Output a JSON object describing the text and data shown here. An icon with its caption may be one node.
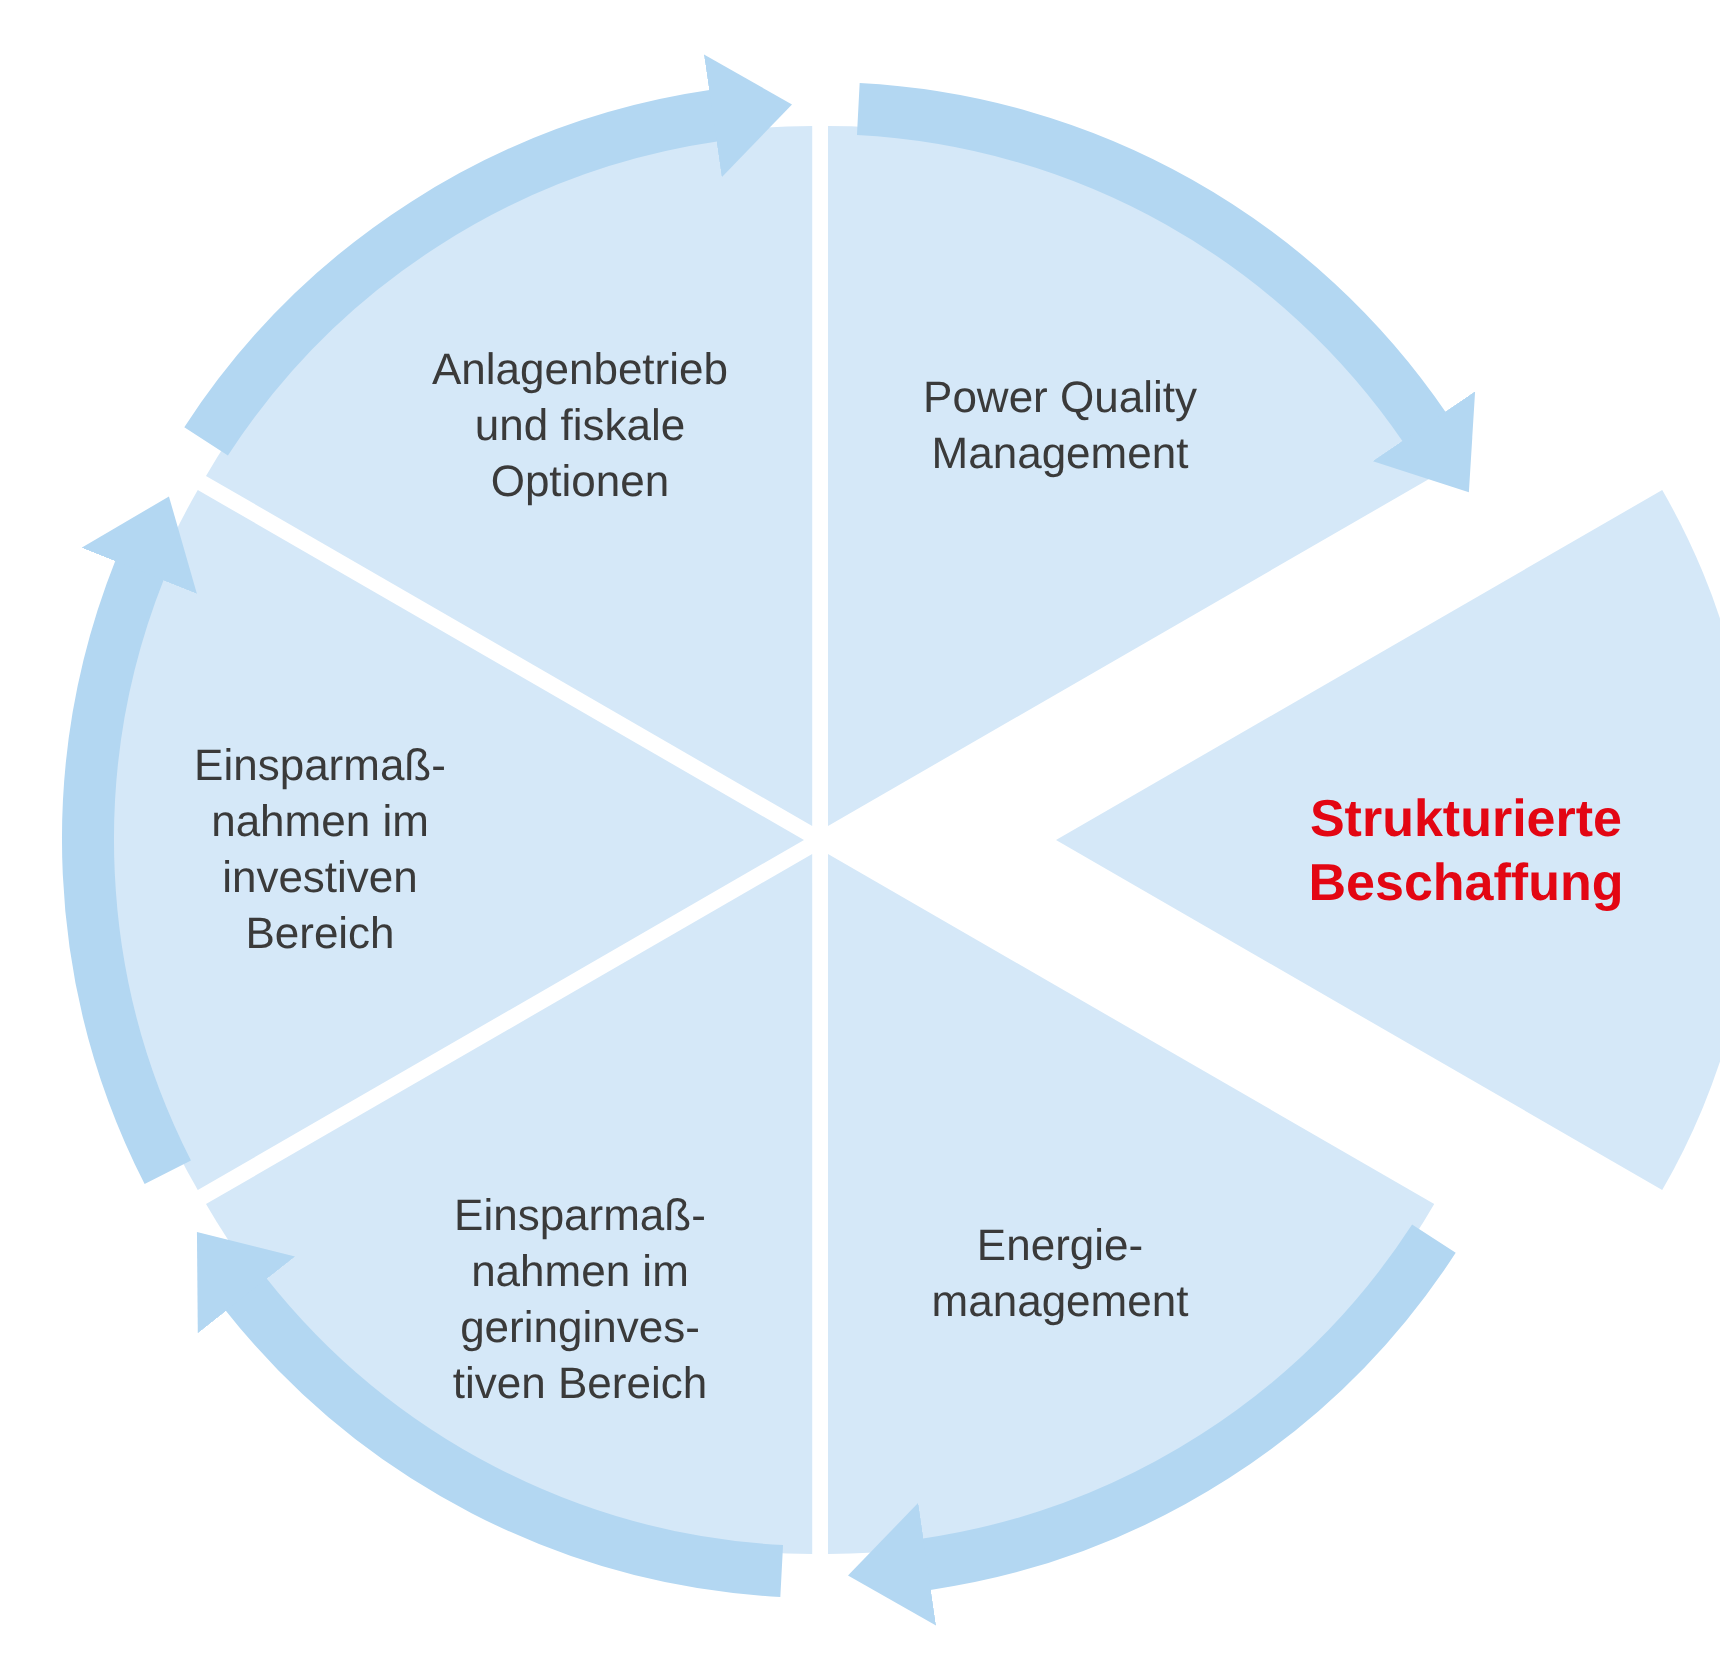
{
  "diagram": {
    "nodes": [
      {
        "text": [
          "Anlagenbetrieb und fiskale Optionen"
        ]
      },
      {
        "text": [
          "Power Quality Management"
        ]
      },
      {
        "text": [
          "Einsparmaß- nahmen im investiven Bereich"
        ]
      },
      {
        "text": [
          "Strukturierte Beschaffung"
        ]
      },
      {
        "text": [
          "Einsparmaß- nahmen im geringinves- tiven Bereich"
        ]
      },
      {
        "text": [
          "Energie- management"
        ]
      }
    ],
    "edges": [
      {
        "from": 0,
        "to": 1,
        "arrow": "to"
      },
      {
        "from": 1,
        "to": 3,
        "arrow": "to"
      },
      {
        "from": 5,
        "to": 4,
        "arrow": "to"
      },
      {
        "from": 4,
        "to": 2,
        "arrow": "to"
      },
      {
        "from": 2,
        "to": 0,
        "arrow": "to"
      }
    ]
  }
}
